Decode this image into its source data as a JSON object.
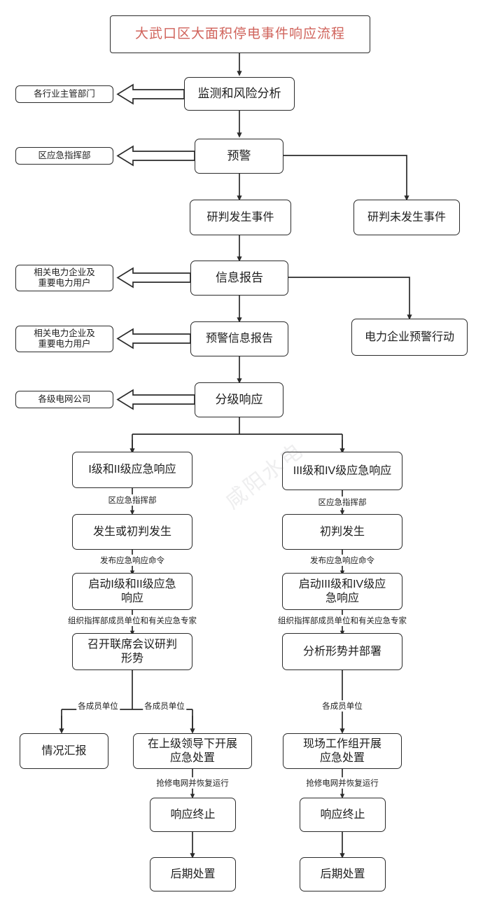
{
  "diagram": {
    "title": "大武口区大面积停电事件响应流程",
    "watermark": "咸阳水电",
    "line_color": "#2b2b2b",
    "title_color": "#d0635b",
    "background": "#ffffff"
  },
  "nodes": {
    "title": "大武口区大面积停电事件响应流程",
    "monitor": "监测和风险分析",
    "warning": "预警",
    "judge_occurred": "研判发生事件",
    "judge_not_occurred": "研判未发生事件",
    "info_report": "信息报告",
    "warning_info_report": "预警信息报告",
    "power_enterprise_action": "电力企业预警行动",
    "graded_response": "分级响应",
    "level12_response": "I级和II级应急响应",
    "level34_response": "III级和IV级应急响应",
    "occurred_or_prejudged": "发生或初判发生",
    "prejudged_occurred": "初判发生",
    "start_level12": "启动I级和II级应急\n响应",
    "start_level34": "启动III级和IV级应\n急响应",
    "joint_meeting": "召开联席会议研判\n形势",
    "analyze_deploy": "分析形势并部署",
    "situation_report": "情况汇报",
    "handle_under_leadership": "在上级领导下开展\n应急处置",
    "onsite_workgroup": "现场工作组开展\n应急处置",
    "response_end_left": "响应终止",
    "response_end_right": "响应终止",
    "aftermath_left": "后期处置",
    "aftermath_right": "后期处置"
  },
  "tags": {
    "industry_departments": "各行业主管部门",
    "district_command": "区应急指挥部",
    "power_users_1": "相关电力企业及\n重要电力用户",
    "power_users_2": "相关电力企业及\n重要电力用户",
    "grid_companies": "各级电网公司"
  },
  "edge_labels": {
    "district_command_left": "区应急指挥部",
    "district_command_right": "区应急指挥部",
    "issue_order_left": "发布应急响应命令",
    "issue_order_right": "发布应急响应命令",
    "organize_experts_left": "组织指挥部成员单位和有关应急专家",
    "organize_experts_right": "组织指挥部成员单位和有关应急专家",
    "member_units_a": "各成员单位",
    "member_units_b": "各成员单位",
    "member_units_c": "各成员单位",
    "repair_grid_left": "抢修电网并恢复运行",
    "repair_grid_right": "抢修电网并恢复运行"
  }
}
